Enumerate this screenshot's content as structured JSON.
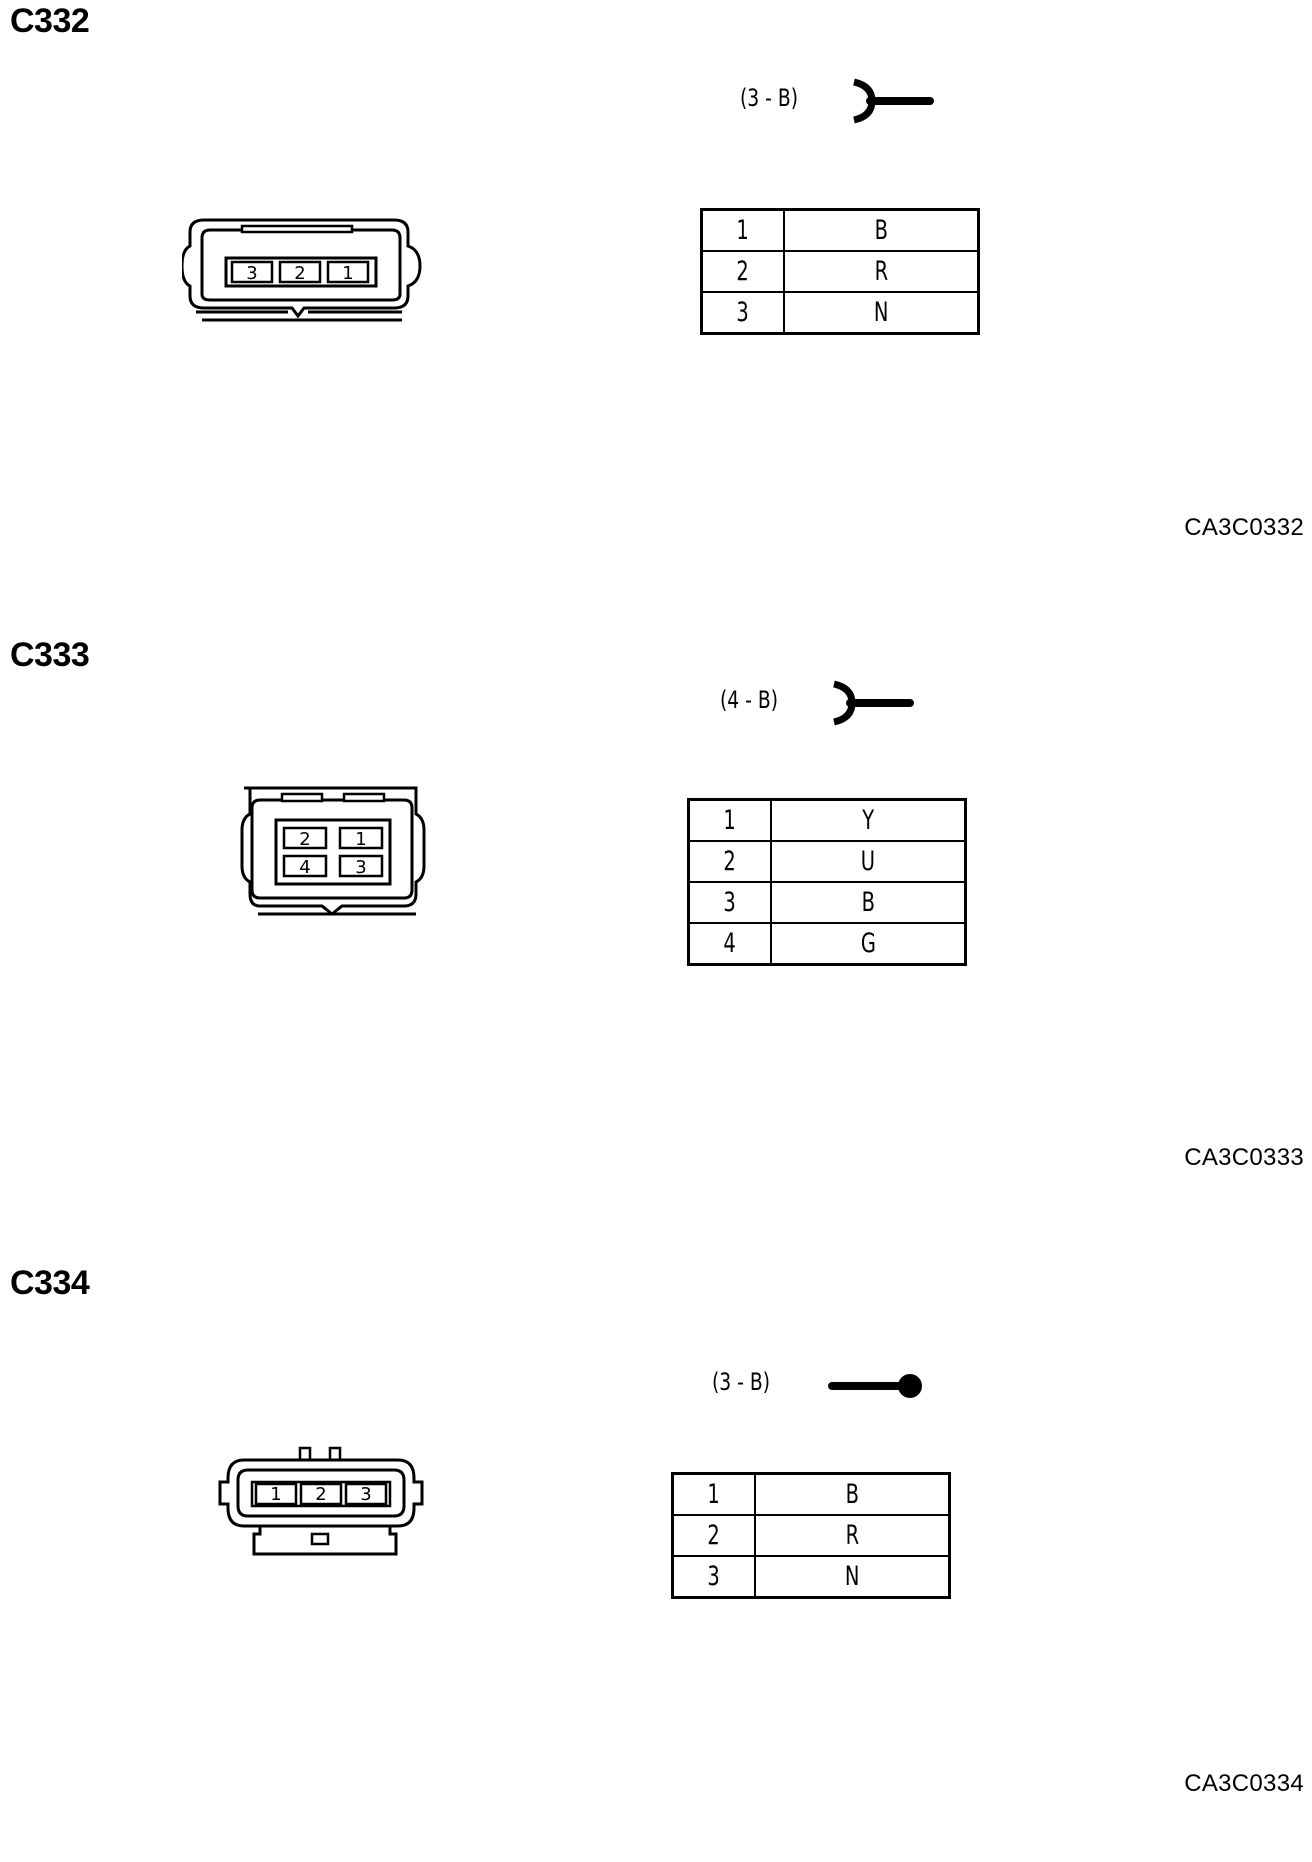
{
  "connectors": [
    {
      "id": "C332",
      "terminal": "(3 - B)",
      "terminal_icon": "female-terminal-icon",
      "pins": [
        {
          "pin": "1",
          "wire": "B"
        },
        {
          "pin": "2",
          "wire": "R"
        },
        {
          "pin": "3",
          "wire": "N"
        }
      ],
      "face_labels": [
        "3",
        "2",
        "1"
      ],
      "ref": "CA3C0332"
    },
    {
      "id": "C333",
      "terminal": "(4 - B)",
      "terminal_icon": "female-terminal-icon",
      "pins": [
        {
          "pin": "1",
          "wire": "Y"
        },
        {
          "pin": "2",
          "wire": "U"
        },
        {
          "pin": "3",
          "wire": "B"
        },
        {
          "pin": "4",
          "wire": "G"
        }
      ],
      "face_labels": [
        "2",
        "1",
        "4",
        "3"
      ],
      "ref": "CA3C0333"
    },
    {
      "id": "C334",
      "terminal": "(3 - B)",
      "terminal_icon": "male-terminal-icon",
      "pins": [
        {
          "pin": "1",
          "wire": "B"
        },
        {
          "pin": "2",
          "wire": "R"
        },
        {
          "pin": "3",
          "wire": "N"
        }
      ],
      "face_labels": [
        "1",
        "2",
        "3"
      ],
      "ref": "CA3C0334"
    }
  ]
}
